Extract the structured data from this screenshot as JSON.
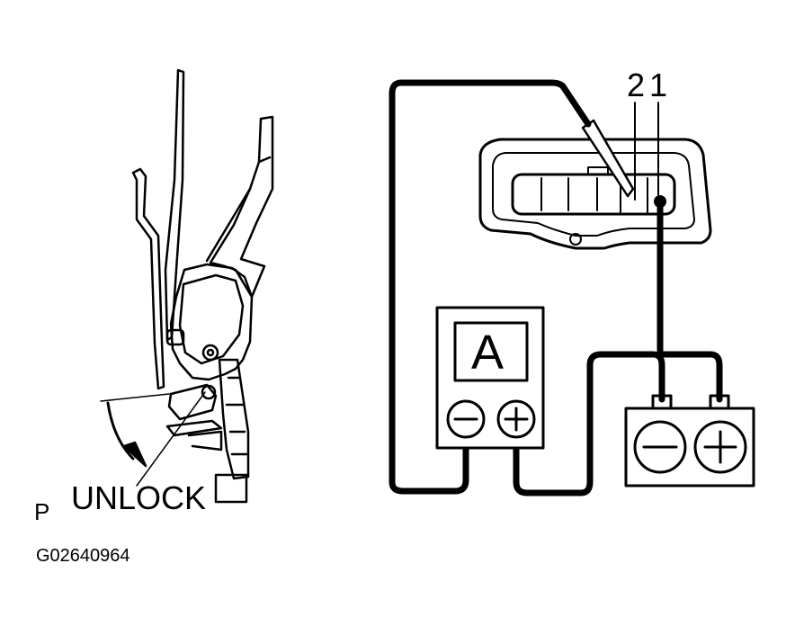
{
  "labels": {
    "unlock": "UNLOCK",
    "p": "P",
    "figure_code": "G02640964",
    "pin_2": "2",
    "pin_1": "1",
    "ammeter": "A"
  },
  "symbols": {
    "ammeter_negative": "minus-icon",
    "ammeter_positive": "plus-icon",
    "battery_negative": "minus-icon",
    "battery_positive": "plus-icon"
  }
}
